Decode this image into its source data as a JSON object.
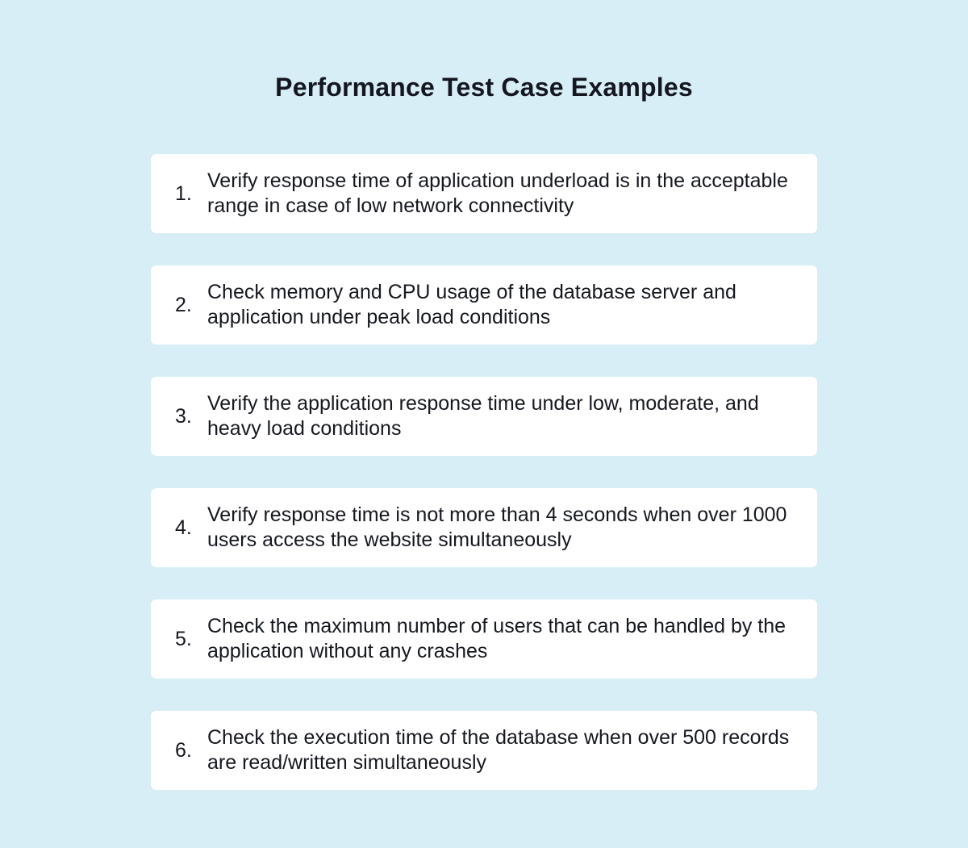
{
  "page": {
    "title": "Performance Test Case Examples"
  },
  "colors": {
    "background": "#d7eef7",
    "card_background": "#ffffff",
    "text": "#15181f"
  },
  "test_cases": [
    {
      "number": "1.",
      "text": "Verify response time of application underload is in the acceptable range in case of low network connectivity"
    },
    {
      "number": "2.",
      "text": "Check memory and CPU usage of the database server and application under peak load conditions"
    },
    {
      "number": "3.",
      "text": "Verify the application response time under low, moderate, and heavy load conditions"
    },
    {
      "number": "4.",
      "text": "Verify response time is not more than 4 seconds when over 1000 users access the website simultaneously"
    },
    {
      "number": "5.",
      "text": "Check the maximum number of users that can be handled by the application without any crashes"
    },
    {
      "number": "6.",
      "text": "Check the execution time of the database when over 500 records are read/written simultaneously"
    }
  ]
}
